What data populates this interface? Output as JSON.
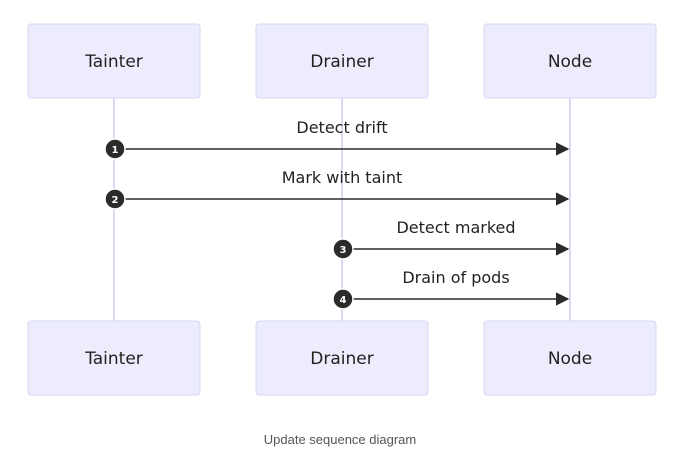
{
  "diagram": {
    "type": "sequence",
    "actors": [
      "Tainter",
      "Drainer",
      "Node"
    ],
    "messages": [
      {
        "n": "1",
        "from": "Tainter",
        "to": "Node",
        "label": "Detect drift"
      },
      {
        "n": "2",
        "from": "Tainter",
        "to": "Node",
        "label": "Mark with taint"
      },
      {
        "n": "3",
        "from": "Drainer",
        "to": "Node",
        "label": "Detect marked"
      },
      {
        "n": "4",
        "from": "Drainer",
        "to": "Node",
        "label": "Drain of pods"
      }
    ]
  },
  "caption": "Update sequence diagram",
  "colors": {
    "actor_fill": "#ececfd",
    "actor_border": "#d6d6f2",
    "lifeline": "#d9d9f6",
    "arrow": "#2b2b2b"
  }
}
